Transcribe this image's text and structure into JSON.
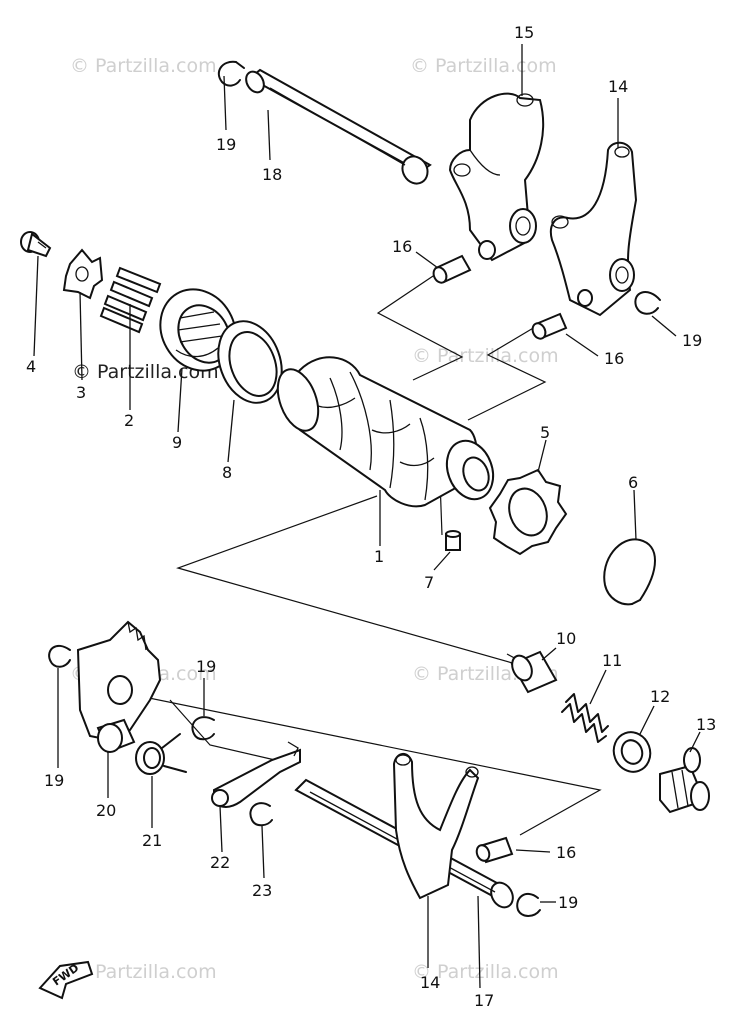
{
  "watermark": {
    "text": "© Partzilla.com",
    "color": "#cfcfcf",
    "dark_color": "#222222"
  },
  "direction_marker": "FWD",
  "callouts": {
    "c1": "1",
    "c2": "2",
    "c3": "3",
    "c4": "4",
    "c5": "5",
    "c6": "6",
    "c7": "7",
    "c8": "8",
    "c9": "9",
    "c10": "10",
    "c11": "11",
    "c12": "12",
    "c13": "13",
    "c14a": "14",
    "c14b": "14",
    "c15": "15",
    "c16a": "16",
    "c16b": "16",
    "c16c": "16",
    "c17": "17",
    "c18": "18",
    "c19a": "19",
    "c19b": "19",
    "c19c": "19",
    "c19d": "19",
    "c19e": "19",
    "c20": "20",
    "c21": "21",
    "c22": "22",
    "c23": "23"
  }
}
